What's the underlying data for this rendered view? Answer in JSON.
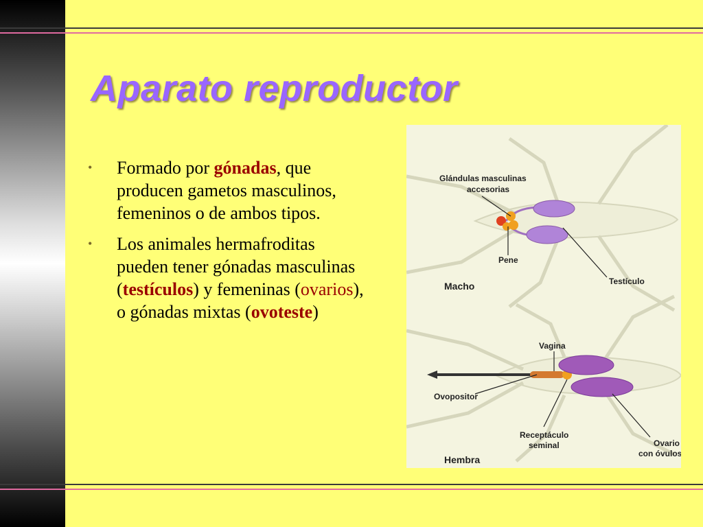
{
  "slide": {
    "title": "Aparato reproductor",
    "bullets": [
      {
        "parts": [
          {
            "text": "Formado por ",
            "style": "normal"
          },
          {
            "text": "gónadas",
            "style": "bold-red"
          },
          {
            "text": ", que producen gametos masculinos, femeninos o de ambos tipos.",
            "style": "normal"
          }
        ]
      },
      {
        "parts": [
          {
            "text": "Los animales hermafroditas pueden tener gónadas masculinas (",
            "style": "normal"
          },
          {
            "text": "testículos",
            "style": "bold-red"
          },
          {
            "text": ") y femeninas (",
            "style": "normal"
          },
          {
            "text": "ovarios",
            "style": "red"
          },
          {
            "text": "), o gónadas mixtas (",
            "style": "normal"
          },
          {
            "text": "ovoteste",
            "style": "bold-red"
          },
          {
            "text": ")",
            "style": "normal"
          }
        ]
      }
    ]
  },
  "figure": {
    "labels": {
      "glandulas_1": "Glándulas masculinas",
      "glandulas_2": "accesorias",
      "pene": "Pene",
      "macho": "Macho",
      "testiculo": "Testículo",
      "vagina": "Vagina",
      "ovopositor": "Ovopositor",
      "receptaculo_1": "Receptáculo",
      "receptaculo_2": "seminal",
      "ovario_1": "Ovario",
      "ovario_2": "con óvulos",
      "hembra": "Hembra"
    }
  },
  "colors": {
    "background": "#ffff77",
    "title": "#9966ff",
    "highlight": "#990000",
    "gonad": "#b084d8",
    "figure_bg": "#f4f4e0"
  }
}
